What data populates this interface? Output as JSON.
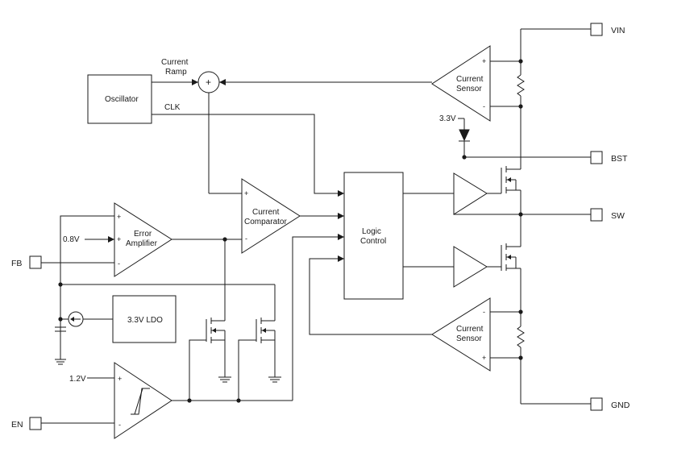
{
  "pins": {
    "vin": "VIN",
    "bst": "BST",
    "sw": "SW",
    "gnd": "GND",
    "fb": "FB",
    "en": "EN"
  },
  "labels": {
    "current_ramp_line1": "Current",
    "current_ramp_line2": "Ramp",
    "clk": "CLK",
    "v33_supply": "3.3V",
    "ref_08v": "0.8V",
    "ref_12v": "1.2V"
  },
  "blocks": {
    "oscillator": "Oscillator",
    "summer_sign": "+",
    "current_sensor_top_line1": "Current",
    "current_sensor_top_line2": "Sensor",
    "current_sensor_bottom_line1": "Current",
    "current_sensor_bottom_line2": "Sensor",
    "current_comparator_line1": "Current",
    "current_comparator_line2": "Comparator",
    "error_amplifier_line1": "Error",
    "error_amplifier_line2": "Amplifier",
    "logic_control_line1": "Logic",
    "logic_control_line2": "Control",
    "ldo": "3.3V LDO"
  },
  "signs": {
    "plus": "+",
    "minus": "-"
  }
}
